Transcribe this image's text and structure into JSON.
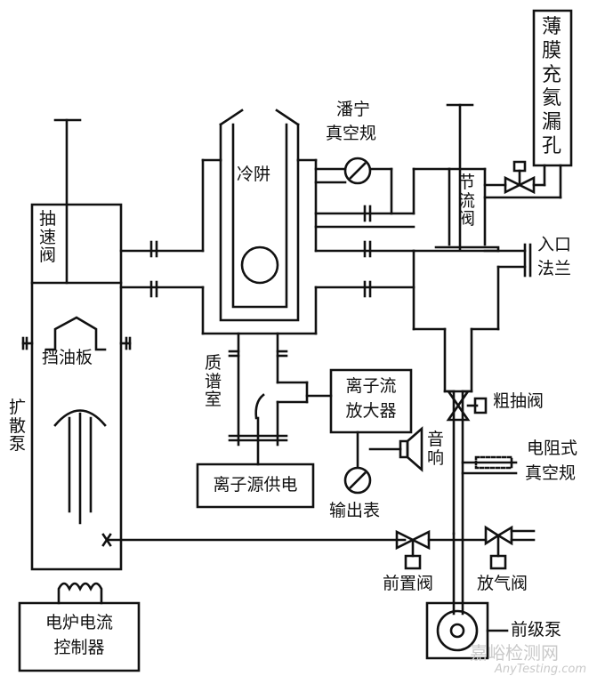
{
  "labels": {
    "thin_film_leak": "薄膜充氦漏孔",
    "penning_gauge": [
      "潘宁",
      "真空规"
    ],
    "cold_trap": "冷阱",
    "throttle_valve": "节流阀",
    "speed_valve": "抽速阀",
    "inlet_flange": [
      "入口",
      "法兰"
    ],
    "oil_baffle": "挡油板",
    "mass_spec_chamber": "质谱室",
    "ion_amplifier": [
      "离子流",
      "放大器"
    ],
    "roughing_valve": "粗抽阀",
    "diffusion_pump": "扩散泵",
    "speaker": "音响",
    "resistance_gauge": [
      "电阻式",
      "真空规"
    ],
    "ion_source_power": "离子源供电",
    "output_meter": "输出表",
    "fore_valve": "前置阀",
    "vent_valve": "放气阀",
    "furnace_controller": [
      "电炉电流",
      "控制器"
    ],
    "backing_pump": "前级泵"
  },
  "watermark": {
    "cn": "嘉峪检测网",
    "en": "AnyTesting.com"
  }
}
